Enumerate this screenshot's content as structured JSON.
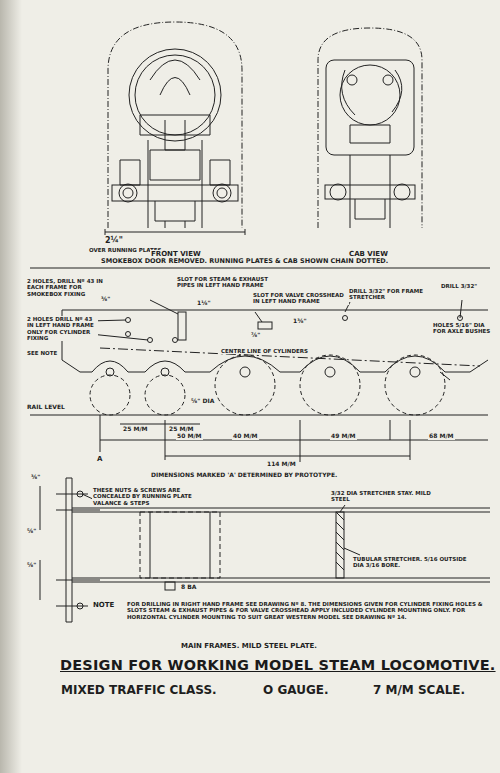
{
  "diagram": {
    "title": "DESIGN FOR WORKING MODEL STEAM LOCOMOTIVE.",
    "labels": [
      "2¼\"",
      "OVER RUNNING PLATES",
      "FRONT VIEW",
      "CAB VIEW",
      "SMOKEBOX DOOR REMOVED. RUNNING PLATES & CAB SHOWN CHAIN DOTTED.",
      "2 HOLES, DRILL Nº 43 IN EACH FRAME FOR SMOKEBOX FIXING",
      "2 HOLES DRILL Nº 43 IN LEFT HAND FRAME ONLY FOR CYLINDER FIXING",
      "SEE NOTE",
      "SLOT FOR STEAM & EXHAUST PIPES IN LEFT HAND FRAME",
      "SLOT FOR VALVE CROSSHEAD IN LEFT HAND FRAME",
      "DRILL 3/32\" FOR FRAME STRETCHER",
      "DRILL 3/32\"",
      "CENTRE LINE OF CYLINDERS",
      "HOLES 5/16\" DIA FOR AXLE BUSHES",
      "RAIL LEVEL",
      "A",
      "25 M/M",
      "25 M/M",
      "50 M/M",
      "40 M/M",
      "49 M/M",
      "68 M/M",
      "114 M/M",
      "DIMENSIONS MARKED 'A' DETERMINED BY PROTOTYPE.",
      "⅜\"",
      "1⅛\"",
      "⅞\"",
      "1⅜\"",
      "⅝\" DIA",
      "⅜\"",
      "THESE NUTS & SCREWS ARE CONCEALED BY RUNNING PLATE VALANCE & STEPS",
      "3/32 DIA STRETCHER STAY. MILD STEEL",
      "TUBULAR STRETCHER. 5/16 OUTSIDE DIA 3/16 BORE.",
      "8 BA",
      "⅝\"",
      "⅝\"",
      "NOTE",
      "FOR DRILLING IN RIGHT HAND FRAME SEE DRAWING Nº 8. THE DIMENSIONS GIVEN FOR CYLINDER FIXING HOLES & SLOTS STEAM & EXHAUST PIPES & FOR VALVE CROSSHEAD APPLY INCLUDED CYLINDER MOUNTING ONLY. FOR HORIZONTAL CYLINDER MOUNTING TO SUIT GREAT WESTERN MODEL SEE DRAWING Nº 14.",
      "MAIN FRAMES. MILD STEEL PLATE.",
      "MIXED TRAFFIC CLASS.",
      "O GAUGE.",
      "7 M/M SCALE."
    ]
  }
}
